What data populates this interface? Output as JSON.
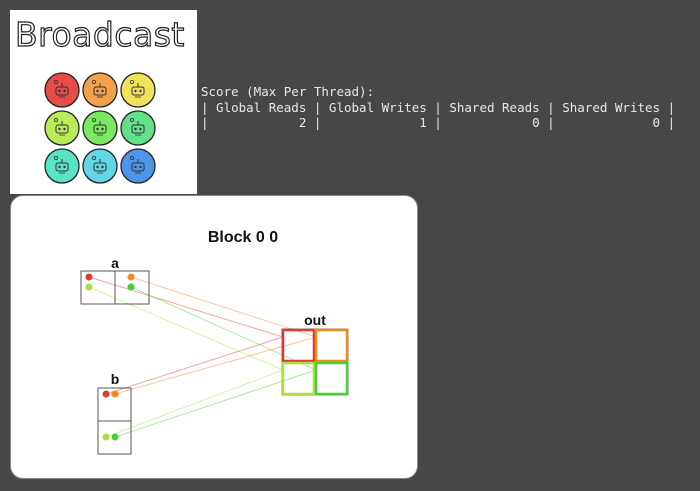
{
  "title": "Broadcast",
  "threads": [
    {
      "color": "#e74c48"
    },
    {
      "color": "#f4a14c"
    },
    {
      "color": "#efe25c"
    },
    {
      "color": "#b9ec5a"
    },
    {
      "color": "#7ae860"
    },
    {
      "color": "#62e08a"
    },
    {
      "color": "#58e4c4"
    },
    {
      "color": "#5fd7e6"
    },
    {
      "color": "#4b96ea"
    }
  ],
  "score": {
    "heading": "Score (Max Per Thread):",
    "headers": [
      "Global Reads",
      "Global Writes",
      "Shared Reads",
      "Shared Writes"
    ],
    "values": [
      "2",
      "1",
      "0",
      "0"
    ]
  },
  "block": {
    "title": "Block 0 0",
    "a_label": "a",
    "b_label": "b",
    "out_label": "out"
  },
  "colors": {
    "t00": "#e03a2f",
    "t01": "#f08a1c",
    "t10": "#a9e03a",
    "t11": "#46d03a"
  }
}
